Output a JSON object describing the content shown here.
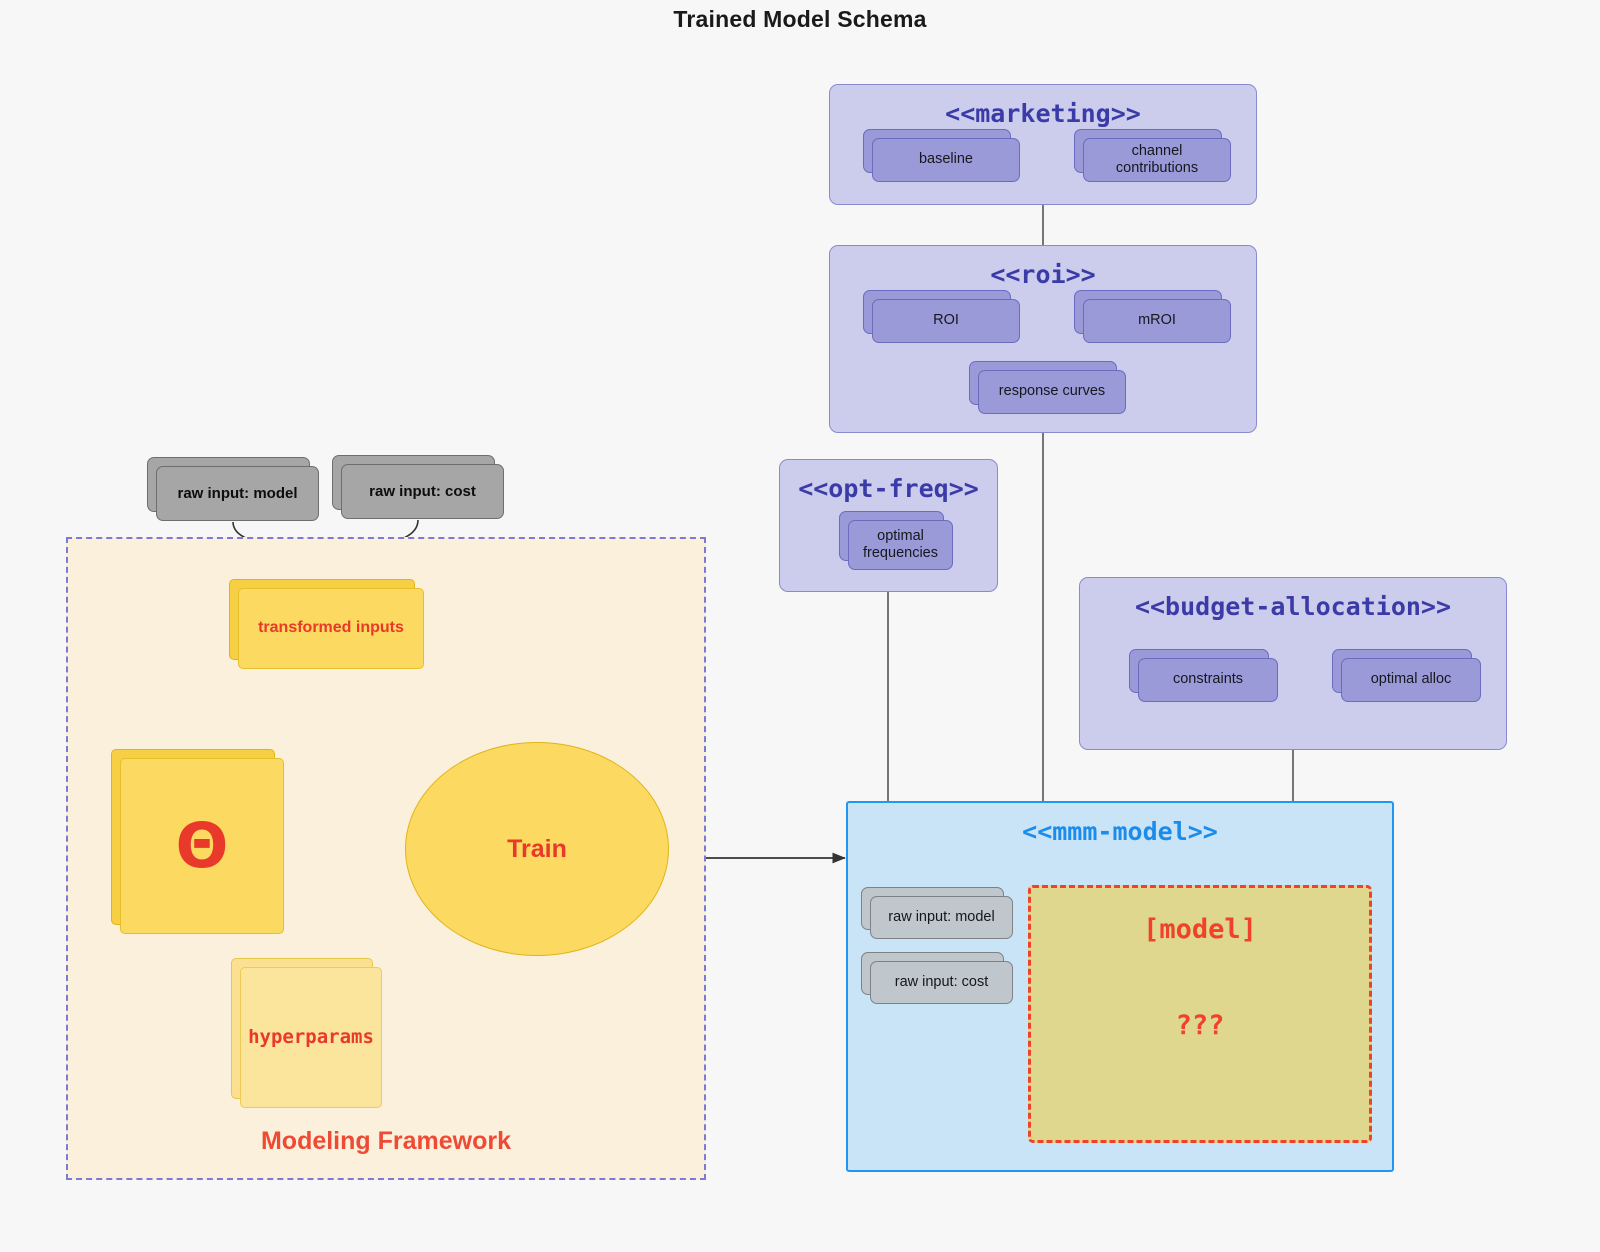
{
  "title": "Trained Model Schema",
  "packages": {
    "marketing": {
      "name": "<<marketing>>",
      "nodes": {
        "baseline": "baseline",
        "channel_contributions": "channel contributions"
      }
    },
    "roi": {
      "name": "<<roi>>",
      "nodes": {
        "roi": "ROI",
        "mroi": "mROI",
        "response_curves": "response curves"
      }
    },
    "opt_freq": {
      "name": "<<opt-freq>>",
      "nodes": {
        "optimal_frequencies": "optimal\nfrequencies"
      }
    },
    "budget_allocation": {
      "name": "<<budget-allocation>>",
      "nodes": {
        "constraints": "constraints",
        "optimal_alloc": "optimal alloc"
      }
    },
    "mmm_model": {
      "name": "<<mmm-model>>",
      "nodes": {
        "raw_input_model": "raw input: model",
        "raw_input_cost": "raw input: cost"
      },
      "placeholder": {
        "title": "[model]",
        "unknown": "???"
      }
    }
  },
  "modeling_framework": {
    "label": "Modeling Framework",
    "raw_inputs": {
      "model": "raw input: model",
      "cost": "raw input: cost"
    },
    "transformed_inputs": "transformed inputs",
    "theta": "Θ",
    "hyperparams": "hyperparams",
    "train": "Train"
  },
  "colors": {
    "background": "#f7f7f7",
    "package_fill": "#ccccec",
    "package_border": "#8a8ad0",
    "package_title": "#3b3ba8",
    "node_fill": "#9a9ad8",
    "node_border": "#6b6bbf",
    "mmm_fill": "#c9e3f7",
    "mmm_border": "#2196f3",
    "mmm_title": "#1c8ceb",
    "gray_fill": "#a6a6a6",
    "gray_light_fill": "#bfc6cc",
    "framework_fill": "#faf0dc",
    "framework_border": "#7b7bd6",
    "yellow_fill": "#fcd960",
    "yellow_border": "#e0b519",
    "accent_red": "#e8392b",
    "placeholder_fill": "#e0d78f",
    "placeholder_border": "#f0412a"
  }
}
